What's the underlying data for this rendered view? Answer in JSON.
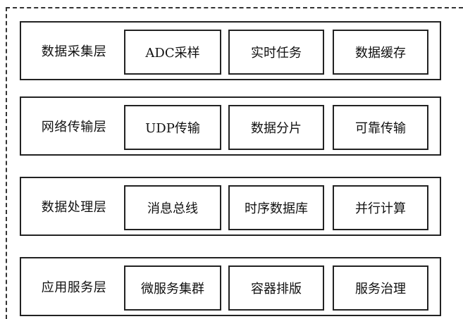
{
  "layers": [
    {
      "name": "数据采集层",
      "modules": [
        "ADC采样",
        "实时任务",
        "数据缓存"
      ]
    },
    {
      "name": "网络传输层",
      "modules": [
        "UDP传输",
        "数据分片",
        "可靠传输"
      ]
    },
    {
      "name": "数据处理层",
      "modules": [
        "消息总线",
        "时序数据库",
        "并行计算"
      ]
    },
    {
      "name": "应用服务层",
      "modules": [
        "微服务集群",
        "容器排版",
        "服务治理"
      ]
    }
  ]
}
